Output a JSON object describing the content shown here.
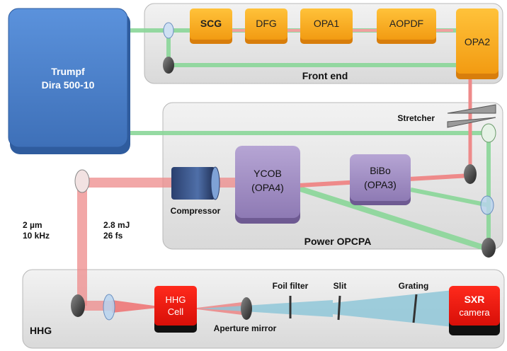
{
  "laser": {
    "line1": "Trumpf",
    "line2": "Dira 500-10"
  },
  "front_end": {
    "title": "Front end",
    "boxes": [
      "SCG",
      "DFG",
      "OPA1",
      "AOPDF",
      "OPA2"
    ]
  },
  "stretcher": "Stretcher",
  "power_opcpa": {
    "title": "Power OPCPA",
    "ycob": {
      "line1": "YCOB",
      "line2": "(OPA4)"
    },
    "bibo": {
      "line1": "BiBo",
      "line2": "(OPA3)"
    },
    "compressor": "Compressor"
  },
  "output": {
    "wavelength": "2 µm",
    "rep_rate": "10 kHz",
    "energy": "2.8 mJ",
    "duration": "26 fs"
  },
  "hhg": {
    "title": "HHG",
    "cell": {
      "line1": "HHG",
      "line2": "Cell"
    },
    "aperture_mirror": "Aperture mirror",
    "foil_filter": "Foil filter",
    "slit": "Slit",
    "grating": "Grating",
    "camera": {
      "line1": "SXR",
      "line2": "camera"
    }
  },
  "colors": {
    "panel": "#e8e8e8",
    "laser_box": "#4a7fc8",
    "front_end_box": "#f5a81c",
    "opcpa_crystal": "#9a86bd",
    "hhg_cell": "#e8150e",
    "green_beam": "#7fd18a",
    "red_beam": "#e87a7a",
    "xuv_beam": "#8fc7d8"
  }
}
